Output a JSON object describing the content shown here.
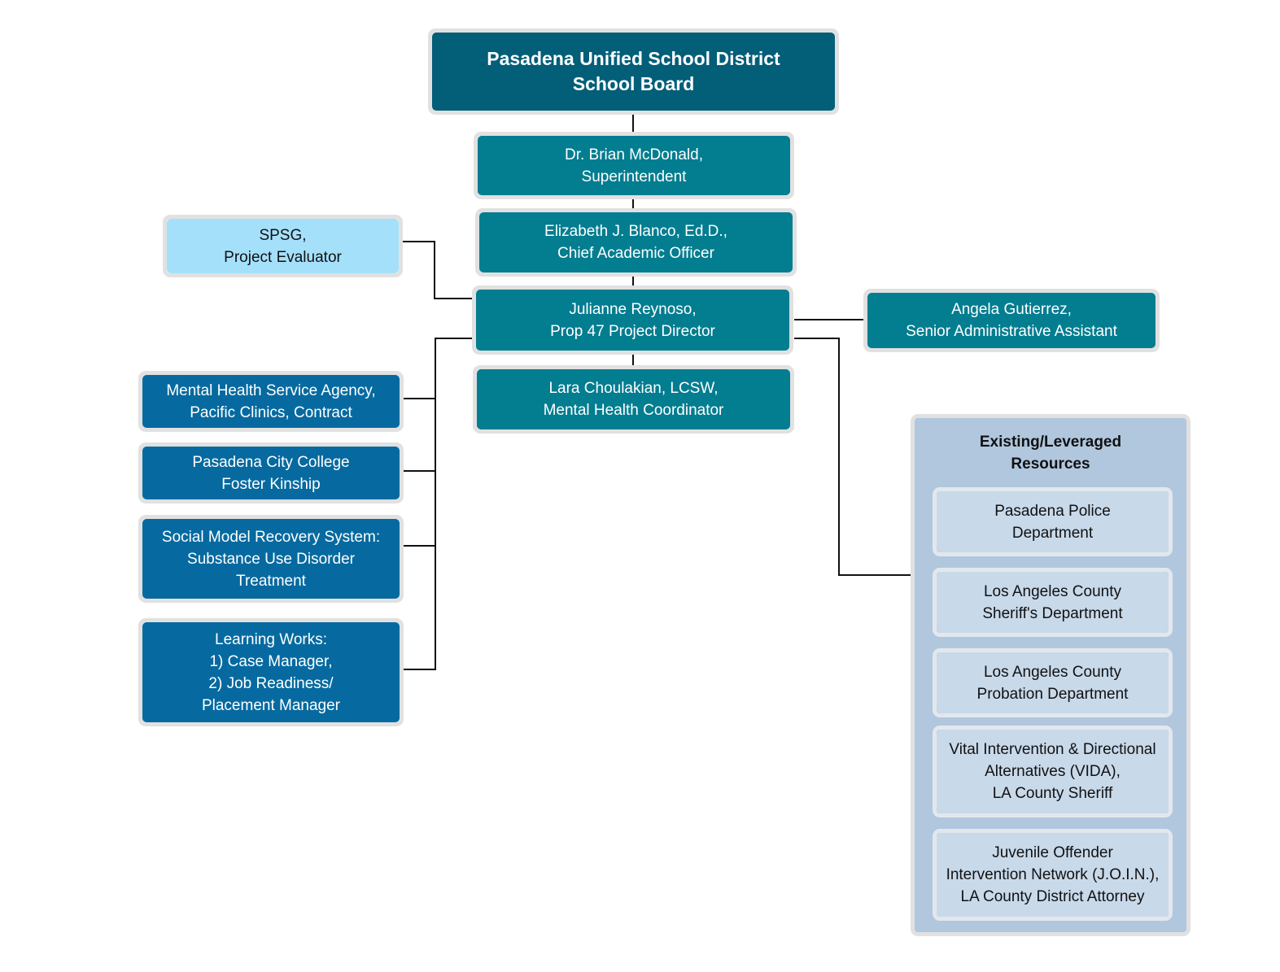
{
  "board": {
    "lines": [
      "Pasadena Unified School District",
      "School Board"
    ]
  },
  "superintendent": {
    "lines": [
      "Dr. Brian McDonald,",
      "Superintendent"
    ]
  },
  "cao": {
    "lines": [
      "Elizabeth J. Blanco, Ed.D.,",
      "Chief Academic Officer"
    ]
  },
  "director": {
    "lines": [
      "Julianne Reynoso,",
      "Prop 47 Project Director"
    ]
  },
  "coordinator": {
    "lines": [
      "Lara Choulakian, LCSW,",
      "Mental Health Coordinator"
    ]
  },
  "assistant": {
    "lines": [
      "Angela Gutierrez,",
      "Senior Administrative Assistant"
    ]
  },
  "evaluator": {
    "lines": [
      "SPSG,",
      "Project Evaluator"
    ]
  },
  "partners": [
    {
      "lines": [
        "Mental Health Service Agency,",
        "Pacific Clinics, Contract"
      ]
    },
    {
      "lines": [
        "Pasadena City College",
        "Foster Kinship"
      ]
    },
    {
      "lines": [
        "Social Model Recovery System:",
        "Substance Use Disorder",
        "Treatment"
      ]
    },
    {
      "lines": [
        "Learning Works:",
        "1) Case Manager,",
        "2) Job Readiness/",
        "Placement Manager"
      ]
    }
  ],
  "resources": {
    "title_lines": [
      "Existing/Leveraged",
      "Resources"
    ],
    "items": [
      {
        "lines": [
          "Pasadena Police",
          "Department"
        ]
      },
      {
        "lines": [
          "Los Angeles County",
          "Sheriff's Department"
        ]
      },
      {
        "lines": [
          "Los Angeles County",
          "Probation Department"
        ]
      },
      {
        "lines": [
          "Vital Intervention & Directional",
          "Alternatives (VIDA),",
          "LA County Sheriff"
        ]
      },
      {
        "lines": [
          "Juvenile Offender",
          "Intervention Network (J.O.I.N.),",
          "LA County District Attorney"
        ]
      }
    ]
  },
  "colors": {
    "board": "#035e78",
    "staff": "#037d90",
    "partner": "#066aa0",
    "evaluator": "#a5e0fb",
    "resource_panel": "#b0c7de",
    "resource_item": "#c8d9ea"
  }
}
